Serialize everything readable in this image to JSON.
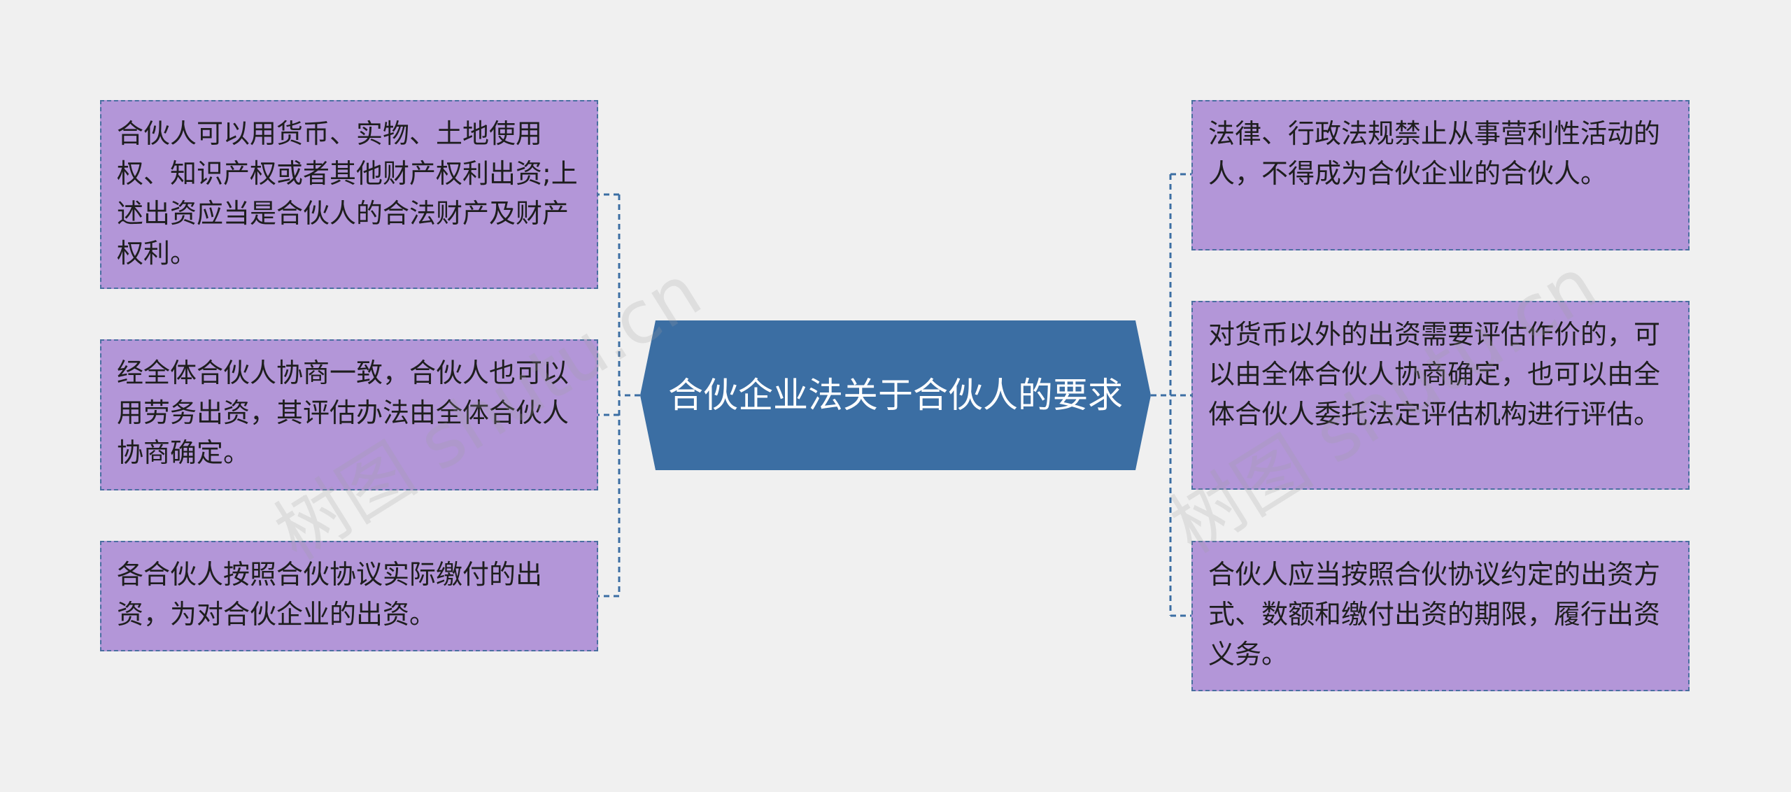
{
  "central_topic": "合伙企业法关于合伙人的要求",
  "left_topics": [
    "合伙人可以用货币、实物、土地使用权、知识产权或者其他财产权利出资;上述出资应当是合伙人的合法财产及财产权利。",
    "经全体合伙人协商一致，合伙人也可以用劳务出资，其评估办法由全体合伙人协商确定。",
    "各合伙人按照合伙协议实际缴付的出资，为对合伙企业的出资。"
  ],
  "right_topics": [
    "法律、行政法规禁止从事营利性活动的人，不得成为合伙企业的合伙人。",
    "对货币以外的出资需要评估作价的，可以由全体合伙人协商确定，也可以由全体合伙人委托法定评估机构进行评估。",
    "合伙人应当按照合伙协议约定的出资方式、数额和缴付出资的期限，履行出资义务。"
  ],
  "watermark": "树图 shutu.cn",
  "colors": {
    "background": "#f0f0f0",
    "central_fill": "#3b6ea3",
    "topic_fill": "#b396d8",
    "topic_border": "#4a6fa0",
    "connector": "#3b6ea3"
  }
}
